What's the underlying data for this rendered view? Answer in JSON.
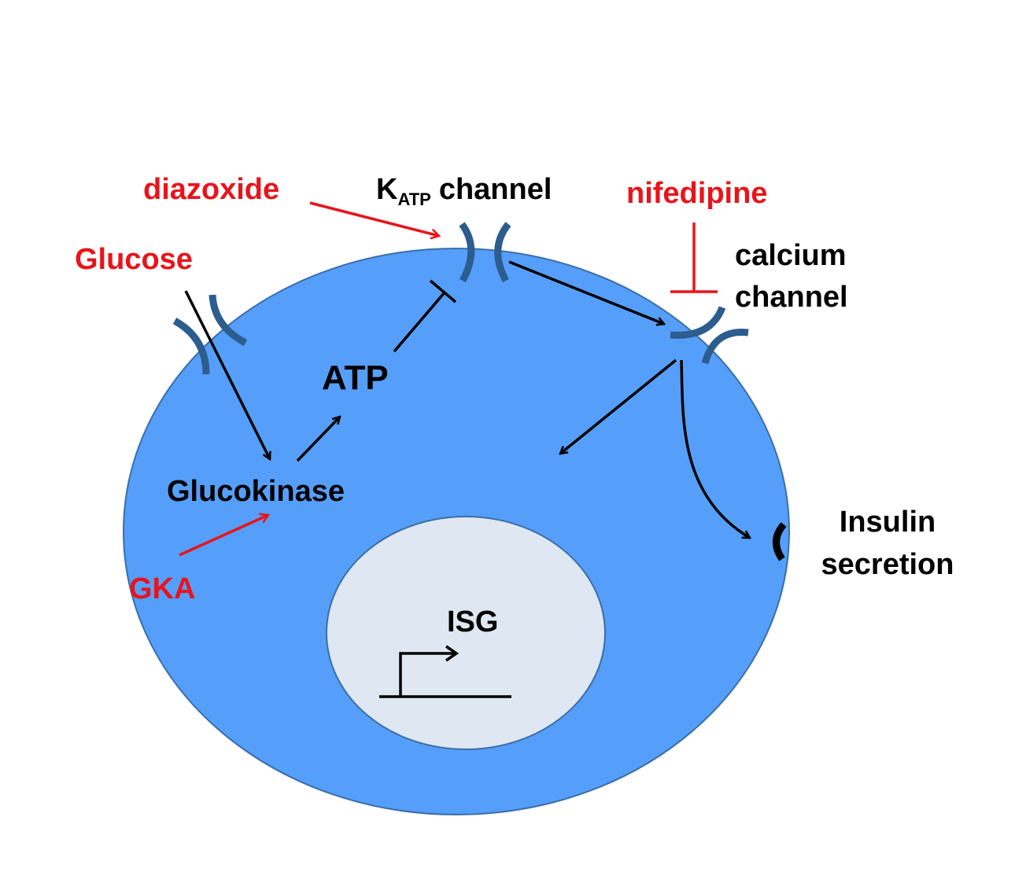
{
  "labels": {
    "diazoxide": "diazoxide",
    "katp_k": "K",
    "katp_sub": "ATP",
    "katp_channel": "channel",
    "nifedipine": "nifedipine",
    "calcium_line1": "calcium",
    "calcium_line2": "channel",
    "glucose": "Glucose",
    "atp": "ATP",
    "glucokinase": "Glucokinase",
    "gka": "GKA",
    "insulin_line1": "Insulin",
    "insulin_line2": "secretion",
    "isg": "ISG"
  },
  "colors": {
    "cell_fill": "#559ffa",
    "cell_stroke": "#3a6ea8",
    "nucleus_fill": "#dfe7f2",
    "channel": "#2c5d8e",
    "drug_red": "#e8141b",
    "text_black": "#000000"
  }
}
